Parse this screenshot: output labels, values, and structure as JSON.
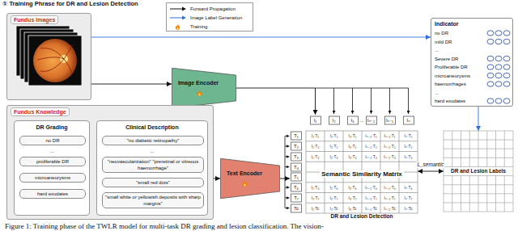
{
  "diagram": {
    "title": "① Training Phrase for DR and Lesion Detection",
    "caption": "Figure 1: Training phase of the TWLR model for multi-task DR grading and lesion classification. The vision-",
    "nodes": [
      {
        "text": [
          "Fundus Images"
        ]
      },
      {
        "text": [
          "Image Encoder"
        ]
      },
      {
        "text": [
          "Fundus Knowledge"
        ]
      },
      {
        "text": [
          "DR Grading"
        ],
        "in": 2
      },
      {
        "text": [
          "no DR"
        ],
        "in": 3
      },
      {
        "text": [
          "proliferable DR"
        ],
        "in": 3
      },
      {
        "text": [
          "microaneurysms"
        ],
        "in": 3
      },
      {
        "text": [
          "hard exudates"
        ],
        "in": 3
      },
      {
        "text": [
          "Clinical Description"
        ],
        "in": 2
      },
      {
        "text": [
          "\"no diabetic retinopathy\""
        ],
        "in": 8
      },
      {
        "text": [
          "\"neovascularization\" \"preretinal or vitreous haemorrhage\""
        ],
        "in": 8
      },
      {
        "text": [
          "\"small red dots\""
        ],
        "in": 8
      },
      {
        "text": [
          "\"small white or yellowish deposits with sharp margins\""
        ],
        "in": 8
      },
      {
        "text": [
          "Text Encoder"
        ]
      },
      {
        "text": [
          "Semantic Similarity Matrix",
          "DR and Lesion Detection"
        ]
      },
      {
        "text": [
          "Indicator",
          "no DR",
          "mild DR",
          "...",
          "Severe DR",
          "Proliferable DR",
          "microaneurysms",
          "haemorrhages",
          "...",
          "hard exudates"
        ]
      },
      {
        "text": [
          "DR and Lesion Labels"
        ]
      }
    ],
    "edges": [
      {
        "from": 0,
        "to": 1,
        "arrow": "to"
      },
      {
        "from": 1,
        "to": 14,
        "arrow": "to"
      },
      {
        "from": 2,
        "to": 13,
        "arrow": "to"
      },
      {
        "from": 13,
        "to": 14,
        "arrow": "to"
      },
      {
        "from": 0,
        "to": 15,
        "arrow": "to"
      },
      {
        "from": 15,
        "to": 16,
        "arrow": "to"
      },
      {
        "from": 14,
        "to": 16,
        "arrow": "both",
        "label": "L_semantic"
      }
    ],
    "labels": [
      "...",
      "...",
      "I₁",
      "I₂",
      "I₃",
      "...",
      "Iₙ₋₂",
      "Iₙ₋₁",
      "Iₙ",
      "T₁",
      "T₂",
      "T₃",
      "T₄",
      "T₅",
      "T₆",
      "T₇",
      "Tc",
      "I₁·T₁",
      "I₂·T₁",
      "I₃·T₁",
      "Iₙ₋₂·T₁",
      "Iₙ₋₁·T₁",
      "Iₙ·T₁",
      "I₁·T₂",
      "I₂·T₂",
      "I₃·T₂",
      "Iₙ₋₂·T₂",
      "Iₙ₋₁·T₂",
      "Iₙ·T₂",
      "I₁·T₃",
      "I₂·T₃",
      "I₃·T₃",
      "Iₙ₋₂·T₃",
      "Iₙ₋₁·T₃",
      "Iₙ·T₃",
      "I₁·T₆",
      "I₂·T₆",
      "I₃·T₆",
      "Iₙ₋₂·T₆",
      "Iₙ₋₁·T₆",
      "Iₙ·T₆",
      "I₁·T₇",
      "I₂·T₇",
      "I₃·T₇",
      "Iₙ₋₂·T₇",
      "Iₙ₋₁·T₇",
      "Iₙ·T₇",
      "I₁·Tc",
      "I₂·Tc",
      "I₃·Tc",
      "Iₙ₋₂·Tc",
      "Iₙ₋₁·Tc",
      "Iₙ·Tc"
    ],
    "legend": [
      {
        "text": "Forward Propagation"
      },
      {
        "text": "Image Label Generation"
      },
      {
        "text": "Training"
      }
    ]
  }
}
